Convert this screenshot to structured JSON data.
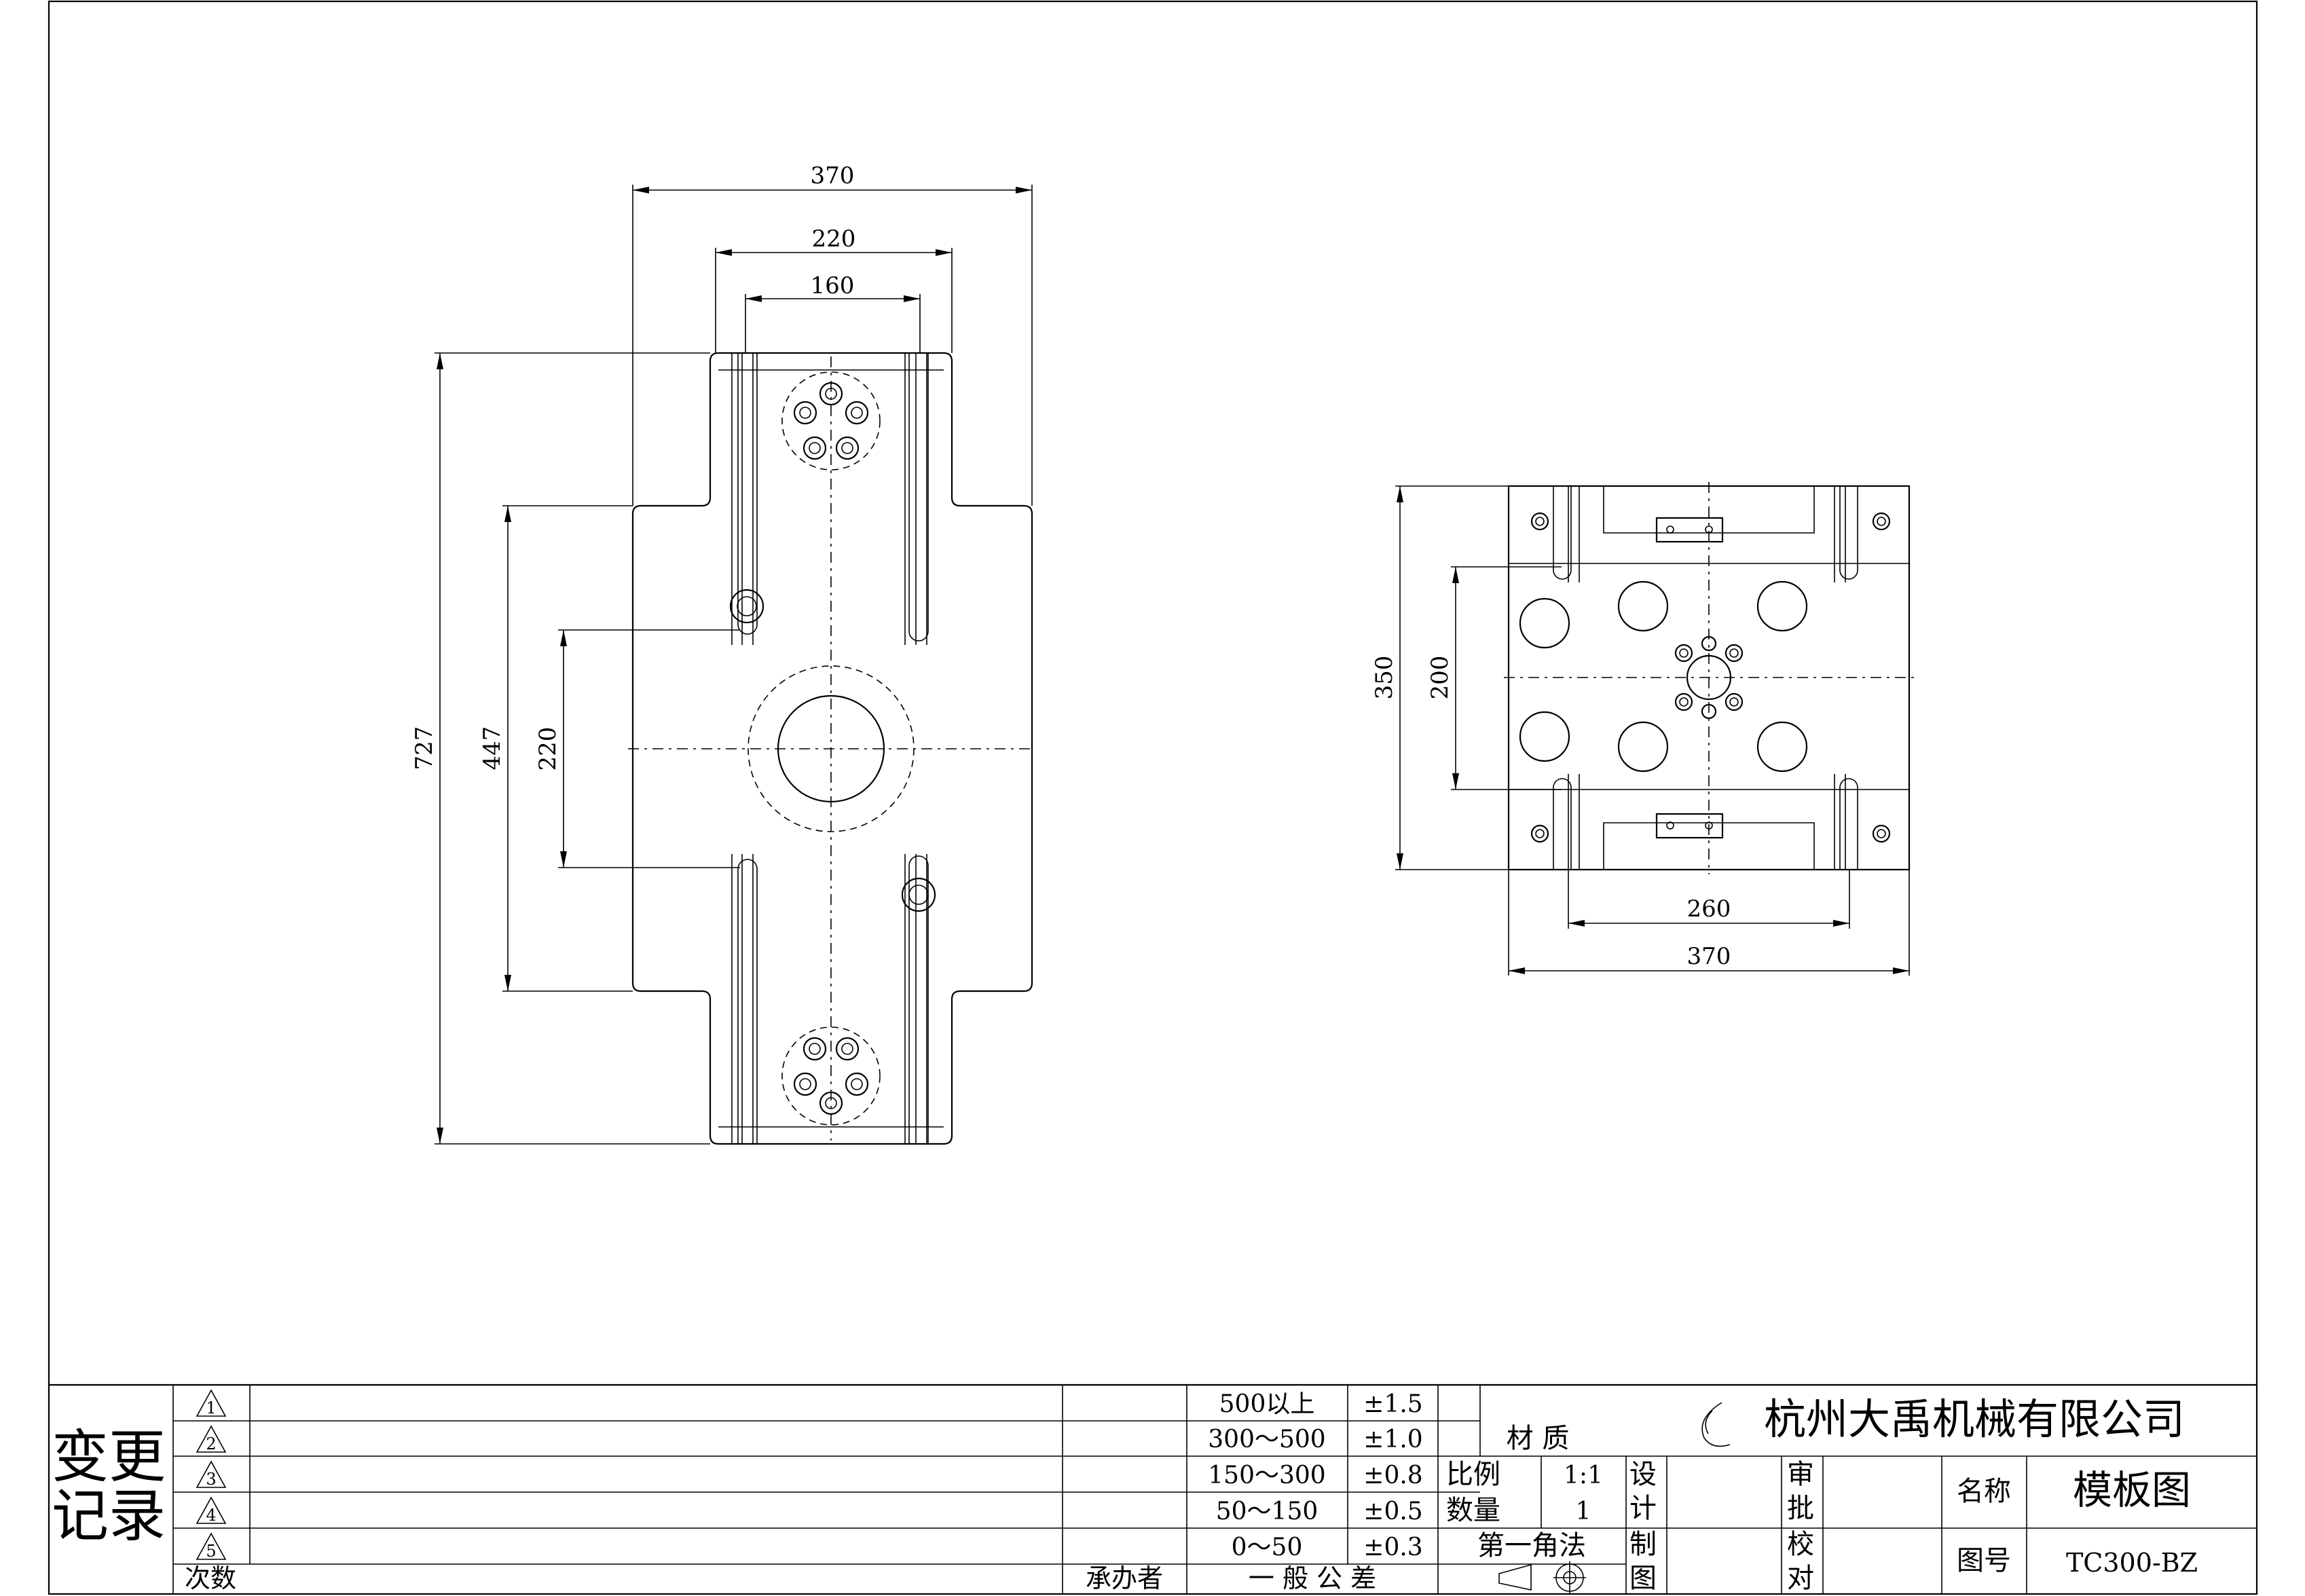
{
  "left_view": {
    "dim_width_total": "370",
    "dim_width_mid": "220",
    "dim_width_inner": "160",
    "dim_height_total": "727",
    "dim_height_mid": "447",
    "dim_height_inner": "220"
  },
  "right_view": {
    "dim_height_total": "350",
    "dim_height_inner": "200",
    "dim_width_inner": "260",
    "dim_width_total": "370"
  },
  "title_block": {
    "change_record_line1": "变更",
    "change_record_line2": "记录",
    "revisions": [
      "1",
      "2",
      "3",
      "4",
      "5"
    ],
    "revision_count_label": "次数",
    "handler_label": "承办者",
    "general_tolerance_label": "一 般 公 差",
    "tolerances": [
      {
        "range": "500以上",
        "value": "±1.5"
      },
      {
        "range": "300～500",
        "value": "±1.0"
      },
      {
        "range": "150～300",
        "value": "±0.8"
      },
      {
        "range": "50～150",
        "value": "±0.5"
      },
      {
        "range": "0～50",
        "value": "±0.3"
      }
    ],
    "material_label": "材 质",
    "scale_label": "比例",
    "scale_value": "1:1",
    "quantity_label": "数量",
    "quantity_value": "1",
    "projection_label": "第一角法",
    "company": "杭州大禹机械有限公司",
    "design_label_1": "设",
    "design_label_2": "计",
    "draw_label_1": "制",
    "draw_label_2": "图",
    "review_label_1": "审",
    "review_label_2": "批",
    "check_label_1": "校",
    "check_label_2": "对",
    "name_label": "名称",
    "name_value": "模板图",
    "drawing_no_label": "图号",
    "drawing_no_value": "TC300-BZ"
  }
}
